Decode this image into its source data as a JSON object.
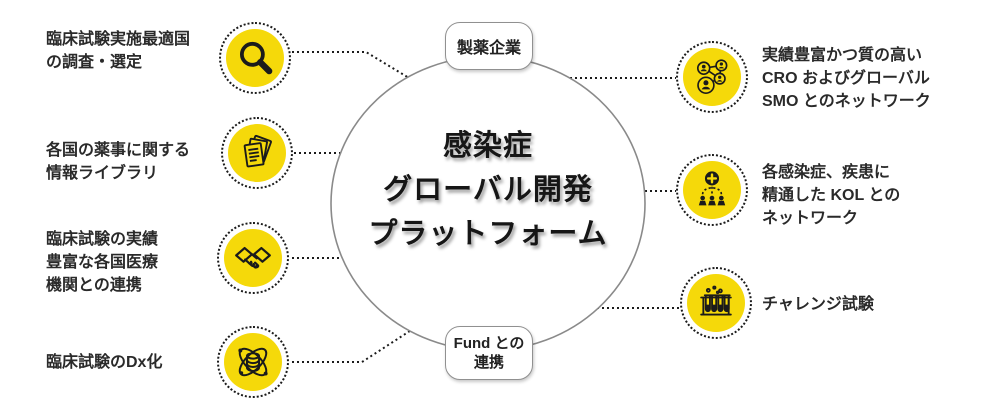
{
  "center": {
    "title_lines": [
      "感染症",
      "グローバル開発",
      "プラットフォーム"
    ]
  },
  "top_label": {
    "text": "製薬企業"
  },
  "bottom_label": {
    "lines": [
      "Fund との",
      "連携"
    ]
  },
  "left_items": [
    {
      "icon": "magnifier-icon",
      "lines": [
        "臨床試験実施最適国",
        "の調査・選定"
      ]
    },
    {
      "icon": "documents-icon",
      "lines": [
        "各国の薬事に関する",
        "情報ライブラリ"
      ]
    },
    {
      "icon": "handshake-icon",
      "lines": [
        "臨床試験の実績",
        "豊富な各国医療",
        "機関との連携"
      ]
    },
    {
      "icon": "atom-database-icon",
      "lines": [
        "臨床試験のDx化"
      ]
    }
  ],
  "right_items": [
    {
      "icon": "people-network-icon",
      "lines": [
        "実績豊富かつ質の高い",
        "CRO およびグローバル",
        "SMO とのネットワーク"
      ]
    },
    {
      "icon": "kol-hierarchy-icon",
      "lines": [
        "各感染症、疾患に",
        "精通した KOL との",
        "ネットワーク"
      ]
    },
    {
      "icon": "test-tubes-icon",
      "lines": [
        "チャレンジ試験"
      ]
    }
  ],
  "colors": {
    "accent_yellow": "#F5D90A",
    "icon_black": "#1b1b1b",
    "circle_stroke": "#8a8a8a",
    "text_color": "#2a2a2a",
    "connector_color": "#1b1b1b"
  }
}
